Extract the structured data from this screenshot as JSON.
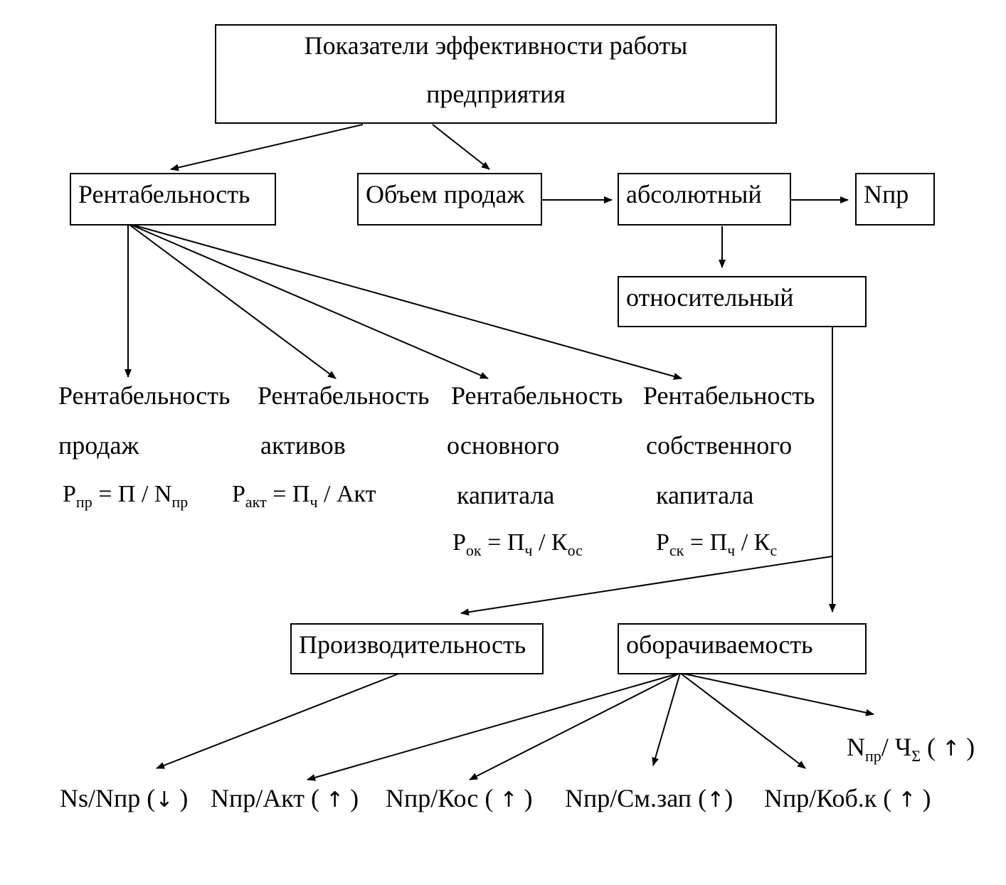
{
  "title": {
    "line1": "Показатели эффективности работы",
    "line2": "предприятия"
  },
  "nodes": {
    "profitability": "Рентабельность",
    "sales_volume": "Объем продаж",
    "absolute": "абсолютный",
    "npr": "Nпр",
    "relative": "относительный",
    "productivity": "Производительность",
    "turnover": "оборачиваемость"
  },
  "profitability_types": [
    {
      "name": "Рентабельность",
      "line2": "продаж",
      "line3": "",
      "formula": {
        "lhs": "Р",
        "lhs_sub": "пр",
        "rhs": "П",
        "rhs_sub": "",
        "den": "N",
        "den_sub": "пр"
      }
    },
    {
      "name": "Рентабельность",
      "line2": "активов",
      "line3": "",
      "formula": {
        "lhs": "Р",
        "lhs_sub": "акт",
        "rhs": "П",
        "rhs_sub": "ч",
        "den": "Акт",
        "den_sub": ""
      }
    },
    {
      "name": "Рентабельность",
      "line2": "основного",
      "line3": "капитала",
      "formula": {
        "lhs": "Р",
        "lhs_sub": "ок",
        "rhs": "П",
        "rhs_sub": "ч",
        "den": "К",
        "den_sub": "ос"
      }
    },
    {
      "name": "Рентабельность",
      "line2": "собственного",
      "line3": "капитала",
      "formula": {
        "lhs": "Р",
        "lhs_sub": "ск",
        "rhs": "П",
        "rhs_sub": "ч",
        "den": "К",
        "den_sub": "с"
      }
    }
  ],
  "ratios": {
    "ns_npr": {
      "text": "Ns/Nпр",
      "arrow": "↓"
    },
    "npr_akt": {
      "text": "Nпр/Акт",
      "arrow": "↑"
    },
    "npr_kos": {
      "text": "Nпр/Кос",
      "arrow": "↑"
    },
    "npr_smzap": {
      "text": "Nпр/См.зап",
      "arrow": "↑"
    },
    "npr_kobk": {
      "text": "Nпр/Коб.к",
      "arrow": "↑"
    },
    "npr_ch": {
      "base": "N",
      "base_sub": "пр",
      "mid": "/ Ч",
      "mid_sub": "Σ",
      "arrow": "↑"
    }
  },
  "colors": {
    "line": "#000000",
    "background": "#ffffff"
  }
}
